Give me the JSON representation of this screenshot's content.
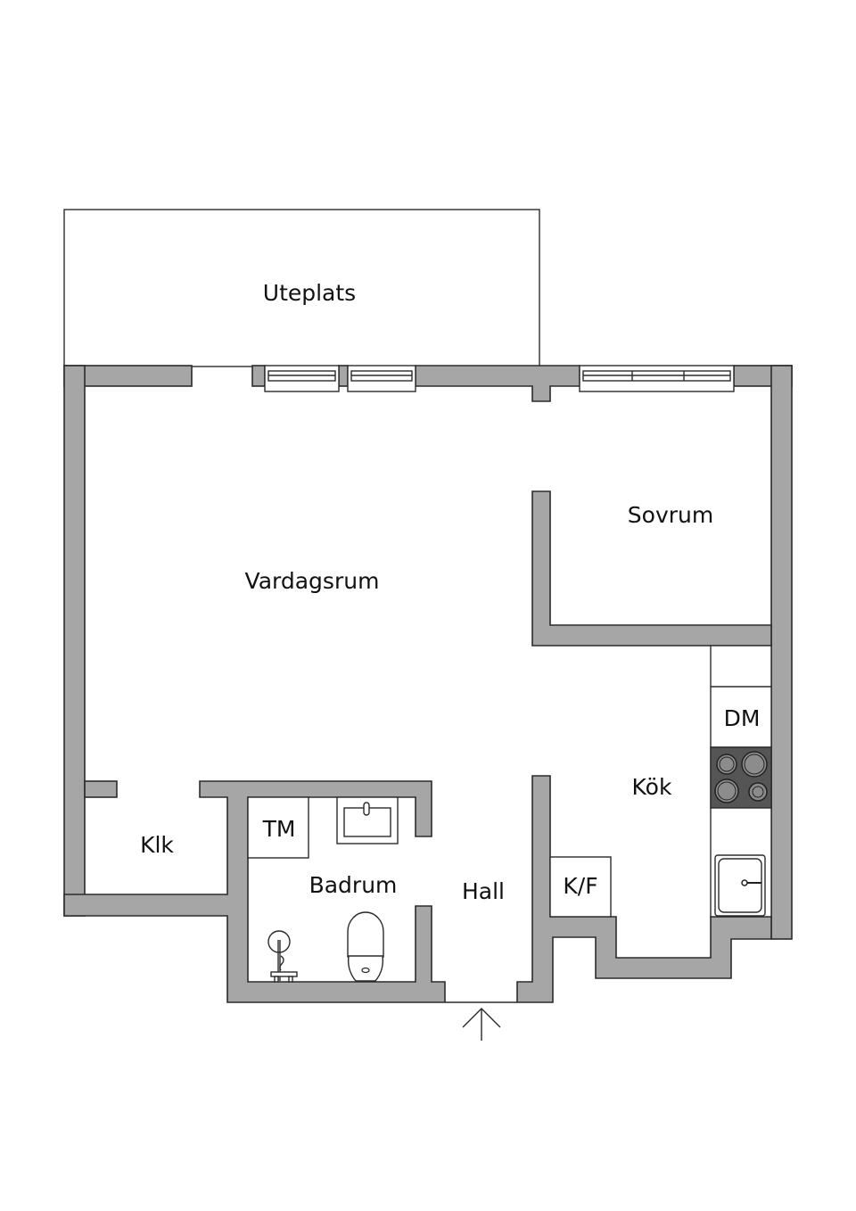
{
  "floorplan": {
    "colors": {
      "wall_fill": "#a6a6a6",
      "wall_stroke": "#2b2b2b",
      "stove_fill": "#555555",
      "burner_fill": "#8c8c8c",
      "background": "#ffffff"
    },
    "rooms": {
      "uteplats": "Uteplats",
      "vardagsrum": "Vardagsrum",
      "sovrum": "Sovrum",
      "kok": "Kök",
      "klk": "Klk",
      "badrum": "Badrum",
      "hall": "Hall"
    },
    "fixtures": {
      "tm": "TM",
      "dm": "DM",
      "kf": "K/F"
    },
    "symbols": [
      "window",
      "stove-burners",
      "kitchen-sink",
      "bathroom-sink",
      "toilet",
      "shower",
      "entrance-arrow"
    ]
  }
}
